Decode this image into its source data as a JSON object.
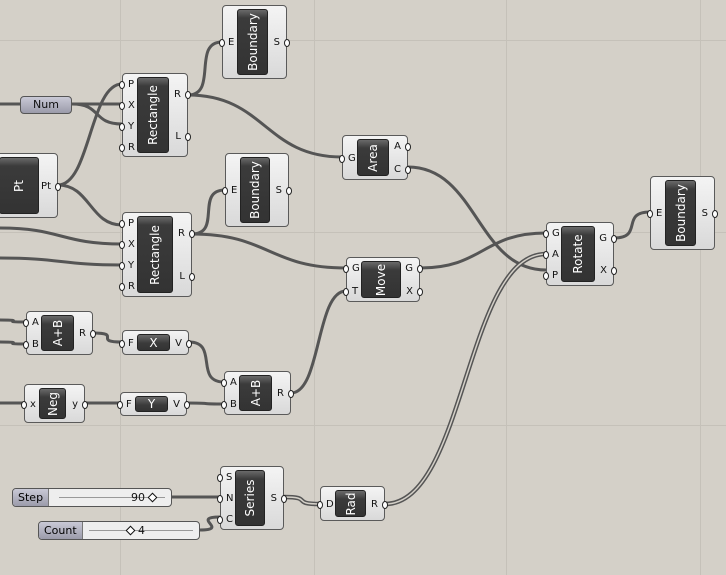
{
  "components": {
    "boundary1": {
      "label": "Boundary",
      "inputs": [
        "E"
      ],
      "outputs": [
        "S"
      ]
    },
    "rectangle1": {
      "label": "Rectangle",
      "inputs": [
        "P",
        "X",
        "Y",
        "R"
      ],
      "outputs": [
        "R",
        "L"
      ]
    },
    "pt": {
      "label": "Pt",
      "inputs": [
        "",
        "",
        ""
      ],
      "outputs": [
        "Pt"
      ]
    },
    "area": {
      "label": "Area",
      "inputs": [
        "G"
      ],
      "outputs": [
        "A",
        "C"
      ]
    },
    "boundary2": {
      "label": "Boundary",
      "inputs": [
        "E"
      ],
      "outputs": [
        "S"
      ]
    },
    "rectangle2": {
      "label": "Rectangle",
      "inputs": [
        "P",
        "X",
        "Y",
        "R"
      ],
      "outputs": [
        "R",
        "L"
      ]
    },
    "move": {
      "label": "Move",
      "inputs": [
        "G",
        "T"
      ],
      "outputs": [
        "G",
        "X"
      ]
    },
    "rotate": {
      "label": "Rotate",
      "inputs": [
        "G",
        "A",
        "P"
      ],
      "outputs": [
        "G",
        "X"
      ]
    },
    "boundary3": {
      "label": "Boundary",
      "inputs": [
        "E"
      ],
      "outputs": [
        "S"
      ]
    },
    "addition1": {
      "label": "A+B",
      "inputs": [
        "A",
        "B"
      ],
      "outputs": [
        "R"
      ]
    },
    "unit_x": {
      "label": "X",
      "inputs": [
        "F"
      ],
      "outputs": [
        "V"
      ]
    },
    "negative": {
      "label": "Neg",
      "inputs": [
        "x"
      ],
      "outputs": [
        "y"
      ]
    },
    "unit_y": {
      "label": "Y",
      "inputs": [
        "F"
      ],
      "outputs": [
        "V"
      ]
    },
    "addition2": {
      "label": "A+B",
      "inputs": [
        "A",
        "B"
      ],
      "outputs": [
        "R"
      ]
    },
    "series": {
      "label": "Series",
      "inputs": [
        "S",
        "N",
        "C"
      ],
      "outputs": [
        "S"
      ]
    },
    "radians": {
      "label": "Rad",
      "inputs": [
        "D"
      ],
      "outputs": [
        "R"
      ]
    }
  },
  "num_param": {
    "label": "Num"
  },
  "sliders": {
    "step": {
      "label": "Step",
      "value": "90",
      "fraction": 0.9
    },
    "count": {
      "label": "Count",
      "value": "4",
      "fraction": 0.4
    }
  }
}
